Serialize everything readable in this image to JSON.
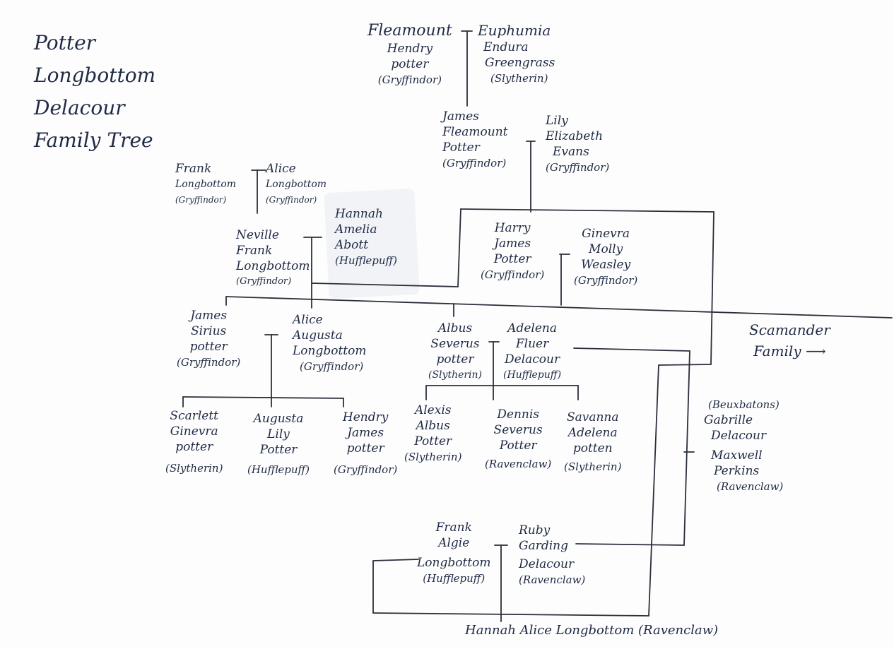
{
  "title": [
    "Potter",
    "Longbottom",
    "Delacour",
    "Family Tree"
  ],
  "people": {
    "fleamount": [
      "Fleamount",
      "Hendry",
      "potter",
      "(Gryffindor)"
    ],
    "euphumia": [
      "Euphumia",
      "Endura",
      "Greengrass",
      "(Slytherin)"
    ],
    "james_sr": [
      "James",
      "Fleamount",
      "Potter",
      "(Gryffindor)"
    ],
    "lily": [
      "Lily",
      "Elizabeth",
      "Evans",
      "(Gryffindor)"
    ],
    "frank_sr": [
      "Frank",
      "Longbottom",
      "(Gryffindor)"
    ],
    "alice_sr": [
      "Alice",
      "Longbottom",
      "(Gryffindor)"
    ],
    "neville": [
      "Neville",
      "Frank",
      "Longbottom",
      "(Gryffindor)"
    ],
    "hannah": [
      "Hannah",
      "Amelia",
      "Abott",
      "(Hufflepuff)"
    ],
    "harry": [
      "Harry",
      "James",
      "Potter",
      "(Gryffindor)"
    ],
    "ginevra": [
      "Ginevra",
      "Molly",
      "Weasley",
      "(Gryffindor)"
    ],
    "james_sirius": [
      "James",
      "Sirius",
      "potter",
      "(Gryffindor)"
    ],
    "alice_augusta": [
      "Alice",
      "Augusta",
      "Longbottom",
      "(Gryffindor)"
    ],
    "albus": [
      "Albus",
      "Severus",
      "potter",
      "(Slytherin)"
    ],
    "adelena": [
      "Adelena",
      "Fluer",
      "Delacour",
      "(Hufflepuff)"
    ],
    "scarlett": [
      "Scarlett",
      "Ginevra",
      "potter",
      "(Slytherin)"
    ],
    "augusta": [
      "Augusta",
      "Lily",
      "Potter",
      "(Hufflepuff)"
    ],
    "hendry": [
      "Hendry",
      "James",
      "potter",
      "(Gryffindor)"
    ],
    "alexis": [
      "Alexis",
      "Albus",
      "Potter",
      "(Slytherin)"
    ],
    "dennis": [
      "Dennis",
      "Severus",
      "Potter",
      "(Ravenclaw)"
    ],
    "savanna": [
      "Savanna",
      "Adelena",
      "potten",
      "(Slytherin)"
    ],
    "gabrille": [
      "(Beuxbatons)",
      "Gabrille",
      "Delacour",
      "Maxwell",
      "Perkins",
      "(Ravenclaw)"
    ],
    "frank_jr": [
      "Frank",
      "Algie",
      "Longbottom",
      "(Hufflepuff)"
    ],
    "ruby": [
      "Ruby",
      "Garding",
      "Delacour",
      "(Ravenclaw)"
    ]
  },
  "scamander": [
    "Scamander",
    "Family"
  ],
  "bottom_child": "Hannah Alice Longbottom (Ravenclaw)"
}
